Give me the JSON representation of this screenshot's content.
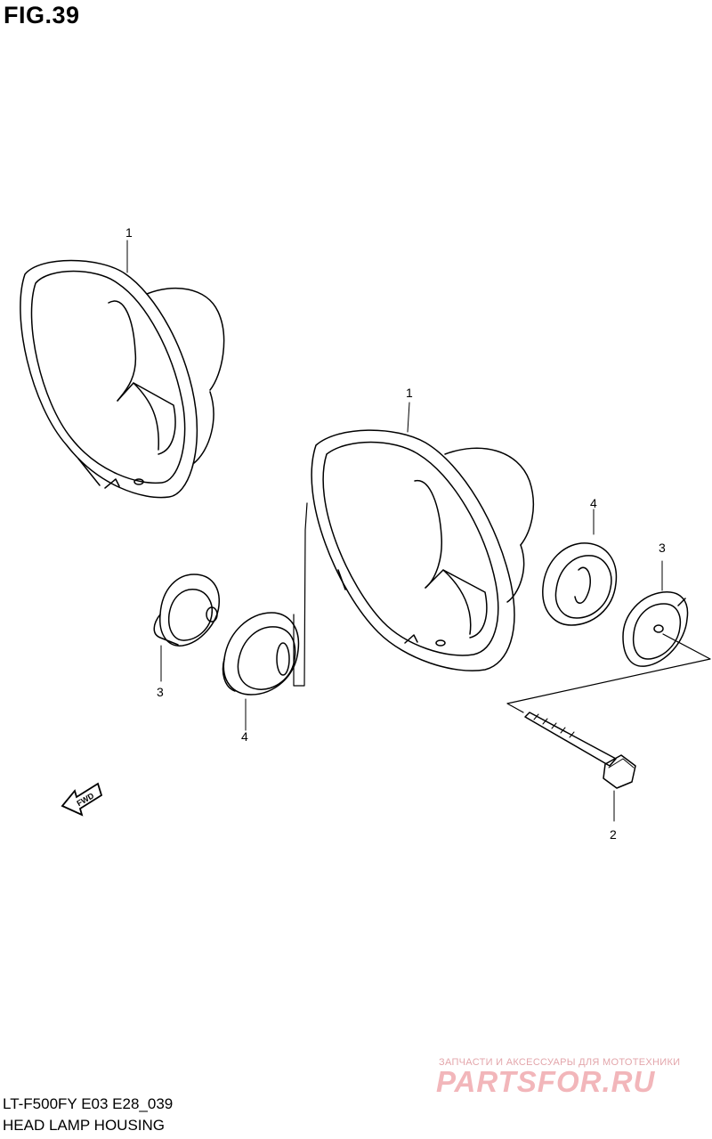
{
  "figure": {
    "title": "FIG.39"
  },
  "callouts": {
    "housing_left": "1",
    "housing_center": "1",
    "bolt": "2",
    "spacer_left": "3",
    "spacer_right": "3",
    "grommet_left": "4",
    "grommet_right": "4"
  },
  "fwd_arrow": {
    "label": "FWD"
  },
  "footer": {
    "model_code": "LT-F500FY E03 E28_039",
    "diagram_name": "HEAD LAMP HOUSING"
  },
  "watermark": {
    "tagline": "ЗАПЧАСТИ И АКСЕССУАРЫ ДЛЯ МОТОТЕХНИКИ",
    "logo": "PARTSFOR.RU"
  },
  "colors": {
    "line": "#000000",
    "background": "#ffffff",
    "watermark": "#f2b6ba"
  }
}
